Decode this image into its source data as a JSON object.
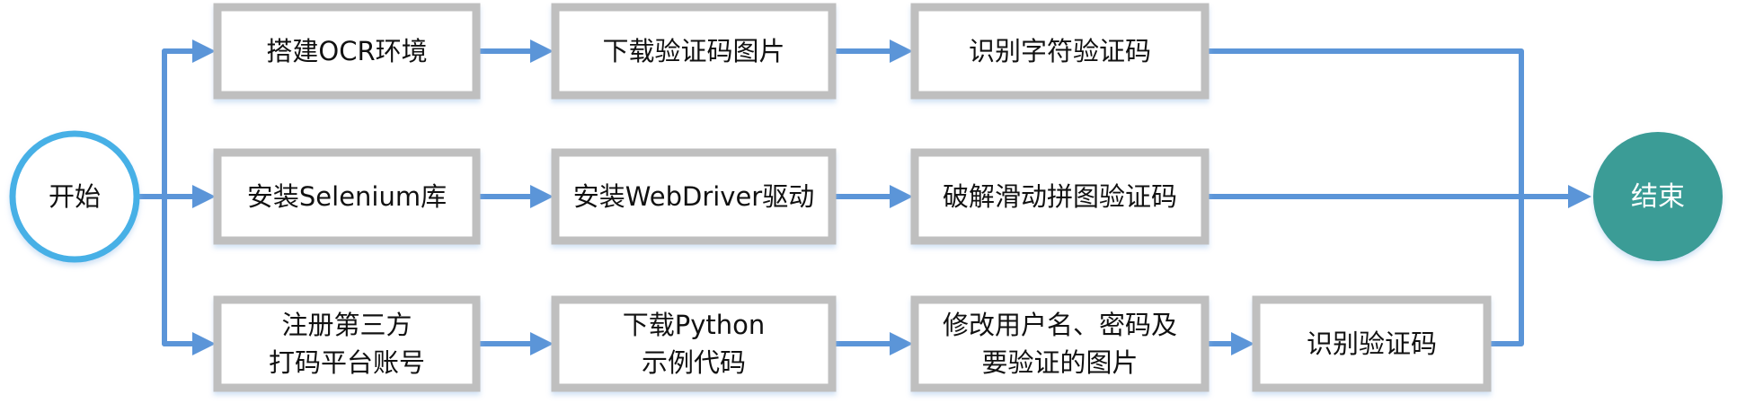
{
  "diagram": {
    "type": "flowchart",
    "colors": {
      "connector": "#5b95d8",
      "box_border": "#bfbfbf",
      "box_fill": "#ffffff",
      "start_border": "#47b0e6",
      "end_fill": "#3a9c96",
      "text": "#111111",
      "end_text": "#ffffff"
    },
    "start": {
      "id": "start",
      "label": "开始"
    },
    "end": {
      "id": "end",
      "label": "结束"
    },
    "rows": [
      {
        "id": "ocr",
        "steps": [
          {
            "id": "r1s1",
            "lines": [
              "搭建OCR环境"
            ]
          },
          {
            "id": "r1s2",
            "lines": [
              "下载验证码图片"
            ]
          },
          {
            "id": "r1s3",
            "lines": [
              "识别字符验证码"
            ]
          }
        ]
      },
      {
        "id": "selenium",
        "steps": [
          {
            "id": "r2s1",
            "lines": [
              "安装Selenium库"
            ]
          },
          {
            "id": "r2s2",
            "lines": [
              "安装WebDriver驱动"
            ]
          },
          {
            "id": "r2s3",
            "lines": [
              "破解滑动拼图验证码"
            ]
          }
        ]
      },
      {
        "id": "platform",
        "steps": [
          {
            "id": "r3s1",
            "lines": [
              "注册第三方",
              "打码平台账号"
            ]
          },
          {
            "id": "r3s2",
            "lines": [
              "下载Python",
              "示例代码"
            ]
          },
          {
            "id": "r3s3",
            "lines": [
              "修改用户名、密码及",
              "要验证的图片"
            ]
          },
          {
            "id": "r3s4",
            "lines": [
              "识别验证码"
            ]
          }
        ]
      }
    ],
    "edges": [
      {
        "from": "start",
        "to": "r1s1"
      },
      {
        "from": "start",
        "to": "r2s1"
      },
      {
        "from": "start",
        "to": "r3s1"
      },
      {
        "from": "r1s1",
        "to": "r1s2"
      },
      {
        "from": "r1s2",
        "to": "r1s3"
      },
      {
        "from": "r2s1",
        "to": "r2s2"
      },
      {
        "from": "r2s2",
        "to": "r2s3"
      },
      {
        "from": "r3s1",
        "to": "r3s2"
      },
      {
        "from": "r3s2",
        "to": "r3s3"
      },
      {
        "from": "r3s3",
        "to": "r3s4"
      },
      {
        "from": "r1s3",
        "to": "end"
      },
      {
        "from": "r2s3",
        "to": "end"
      },
      {
        "from": "r3s4",
        "to": "end"
      }
    ]
  }
}
